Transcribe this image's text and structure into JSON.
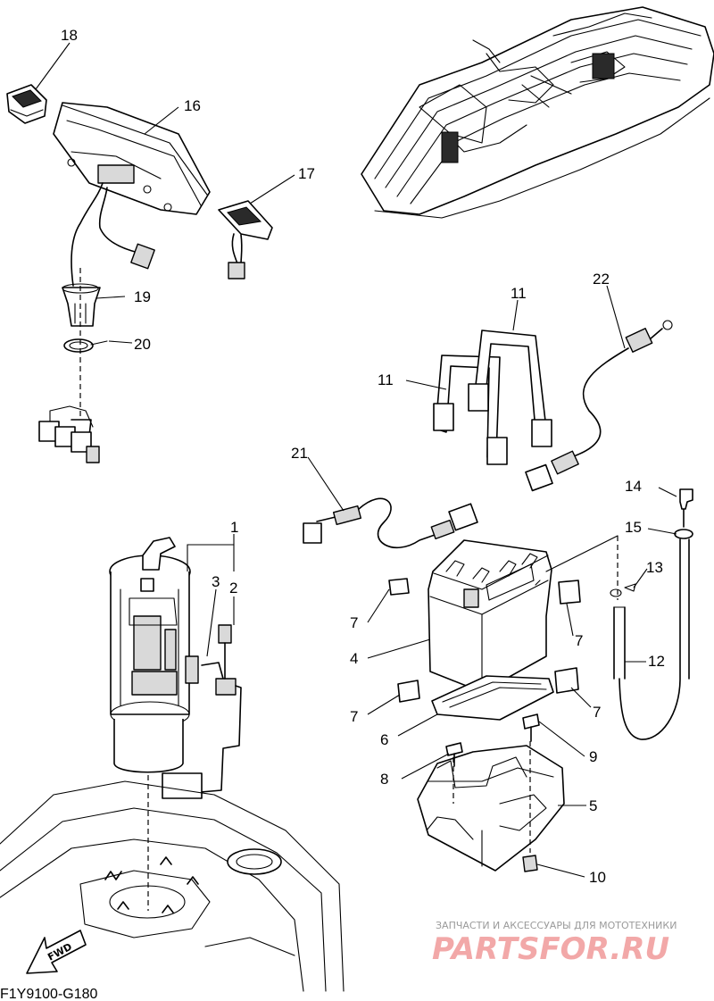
{
  "callouts": {
    "n1": "1",
    "n2": "2",
    "n3": "3",
    "n4": "4",
    "n5": "5",
    "n6": "6",
    "n7a": "7",
    "n7b": "7",
    "n7c": "7",
    "n7d": "7",
    "n8": "8",
    "n9": "9",
    "n10": "10",
    "n11a": "11",
    "n11b": "11",
    "n12": "12",
    "n13": "13",
    "n14": "14",
    "n15": "15",
    "n16": "16",
    "n17": "17",
    "n18": "18",
    "n19": "19",
    "n20": "20",
    "n21": "21",
    "n22": "22"
  },
  "diagram_code": "F1Y9100-G180",
  "direction_marker": "FWD",
  "watermark": {
    "caption": "ЗАПЧАСТИ И АКСЕССУАРЫ ДЛЯ МОТОТЕХНИКИ",
    "logo_text": "PARTSFOR.RU"
  }
}
